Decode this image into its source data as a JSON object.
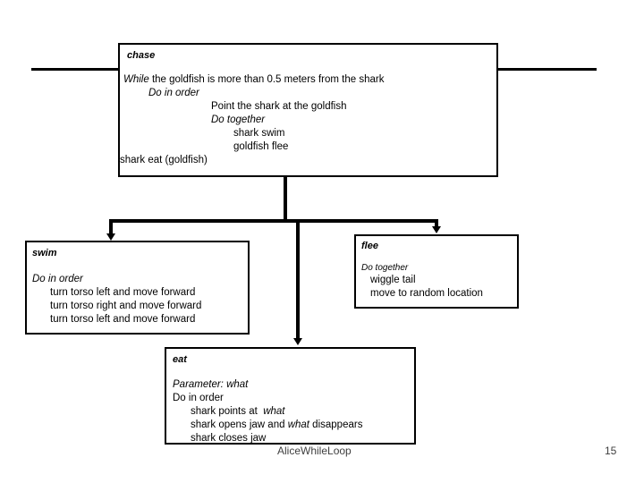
{
  "slide": {
    "footer_title": "AliceWhileLoop",
    "page_number": "15"
  },
  "boxes": {
    "chase": {
      "title": "chase",
      "lines": [
        {
          "indent": 0,
          "parts": [
            {
              "t": "While ",
              "i": true
            },
            {
              "t": "the goldfish is more than 0.5 meters from the shark",
              "i": false
            }
          ]
        },
        {
          "indent": 28,
          "parts": [
            {
              "t": "Do in order",
              "i": true
            }
          ]
        },
        {
          "indent": 98,
          "parts": [
            {
              "t": "Point the shark at the goldfish",
              "i": false
            }
          ]
        },
        {
          "indent": 98,
          "parts": [
            {
              "t": "Do together",
              "i": true
            }
          ]
        },
        {
          "indent": 123,
          "parts": [
            {
              "t": "shark swim",
              "i": false
            }
          ]
        },
        {
          "indent": 123,
          "parts": [
            {
              "t": "goldfish flee",
              "i": false
            }
          ]
        },
        {
          "indent": -4,
          "parts": [
            {
              "t": "shark eat (goldfish)",
              "i": false
            }
          ]
        }
      ]
    },
    "swim": {
      "title": "swim",
      "lines": [
        {
          "indent": 0,
          "parts": [
            {
              "t": "Do in order",
              "i": true
            }
          ]
        },
        {
          "indent": 20,
          "parts": [
            {
              "t": "turn torso left and move forward",
              "i": false
            }
          ]
        },
        {
          "indent": 20,
          "parts": [
            {
              "t": "turn torso right and move forward",
              "i": false
            }
          ]
        },
        {
          "indent": 20,
          "parts": [
            {
              "t": "turn torso left and move forward",
              "i": false
            }
          ]
        }
      ]
    },
    "flee": {
      "title": "flee",
      "lines": [
        {
          "indent": 0,
          "small": true,
          "parts": [
            {
              "t": "Do together",
              "i": true
            }
          ]
        },
        {
          "indent": 10,
          "parts": [
            {
              "t": "wiggle tail",
              "i": false
            }
          ]
        },
        {
          "indent": 10,
          "parts": [
            {
              "t": "move to random location",
              "i": false
            }
          ]
        }
      ]
    },
    "eat": {
      "title": "eat",
      "lines": [
        {
          "indent": 0,
          "parts": [
            {
              "t": "Parameter: what",
              "i": true
            }
          ]
        },
        {
          "indent": 0,
          "parts": [
            {
              "t": "Do in order",
              "i": false
            }
          ]
        },
        {
          "indent": 20,
          "parts": [
            {
              "t": "shark points at  ",
              "i": false
            },
            {
              "t": "what",
              "i": true
            }
          ]
        },
        {
          "indent": 20,
          "parts": [
            {
              "t": "shark opens jaw and ",
              "i": false
            },
            {
              "t": "what",
              "i": true
            },
            {
              "t": " disappears",
              "i": false
            }
          ]
        },
        {
          "indent": 20,
          "parts": [
            {
              "t": "shark closes jaw",
              "i": false
            }
          ]
        }
      ]
    }
  },
  "connectors": {
    "left_stub_label": "left-connector-line",
    "right_stub_label": "right-connector-line",
    "trunk_label": "chase-to-children-trunk",
    "arrow_swim_label": "arrow-to-swim",
    "arrow_flee_label": "arrow-to-flee",
    "arrow_eat_label": "arrow-to-eat"
  },
  "colors": {
    "line": "#000000",
    "text": "#000000",
    "footer": "#3f3f3f",
    "background": "#ffffff"
  }
}
